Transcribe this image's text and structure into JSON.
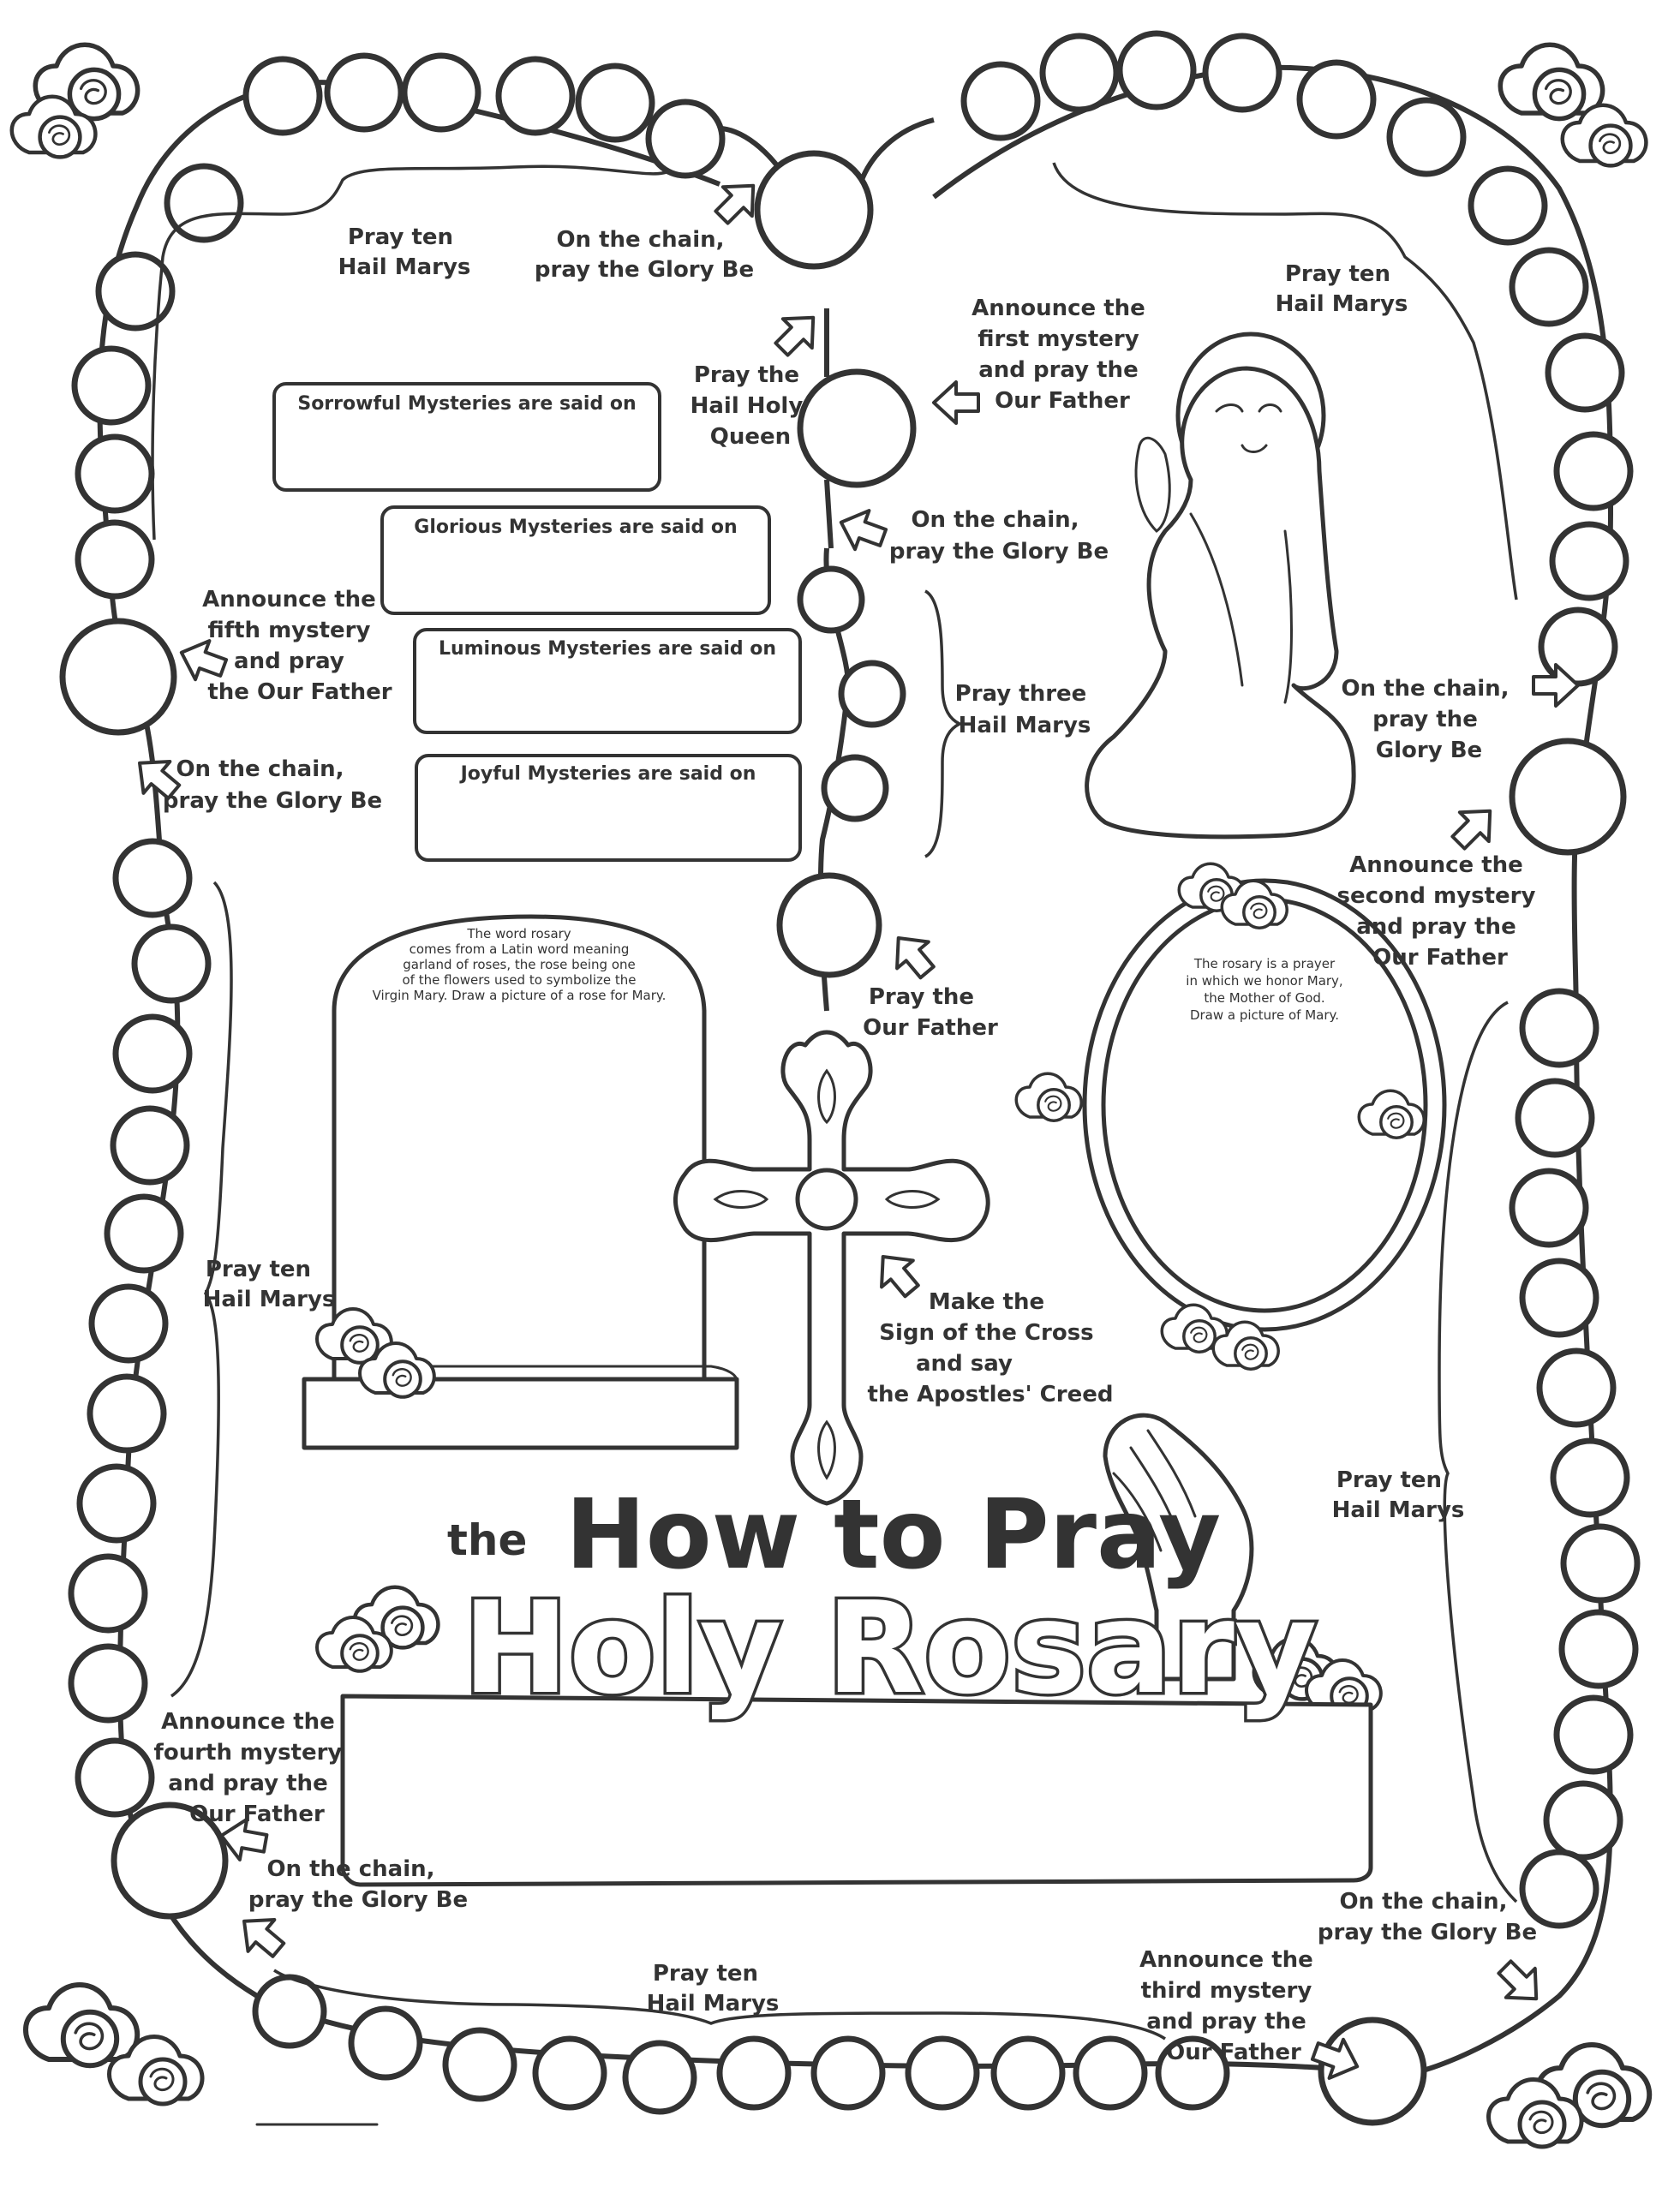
{
  "title": {
    "the": "the",
    "line1": "How to Pray",
    "line2": "Holy Rosary"
  },
  "mysteries": {
    "sorrowful": "Sorrowful Mysteries are said on",
    "glorious": "Glorious Mysteries are said on",
    "luminous": "Luminous Mysteries are said on",
    "joyful": "Joyful Mysteries are said on"
  },
  "notes": {
    "rose": [
      "The word rosary",
      "comes from a Latin word meaning",
      "garland of roses, the rose being one",
      "of the flowers used to symbolize the",
      "Virgin Mary.  Draw a picture of a rose for Mary."
    ],
    "mary": [
      "The rosary is a prayer",
      "in which we honor Mary,",
      "the Mother of God.",
      "Draw a picture of Mary."
    ]
  },
  "labels": {
    "pray_ten_top_left": [
      "Pray ten",
      "Hail Marys"
    ],
    "glory_top": [
      "On the chain,",
      "pray the Glory Be"
    ],
    "hail_holy_queen": [
      "Pray the",
      "Hail Holy",
      "Queen"
    ],
    "first_mystery": [
      "Announce the",
      "first mystery",
      "and pray the",
      "Our Father"
    ],
    "pray_ten_top_right": [
      "Pray ten",
      "Hail Marys"
    ],
    "glory_center": [
      "On the chain,",
      "pray the Glory Be"
    ],
    "pray_three": [
      "Pray three",
      "Hail Marys"
    ],
    "glory_right": [
      "On the chain,",
      "pray the",
      "Glory Be"
    ],
    "second_mystery": [
      "Announce the",
      "second mystery",
      "and pray the",
      "Our Father"
    ],
    "fifth_mystery": [
      "Announce the",
      "fifth mystery",
      "and pray",
      "the Our Father"
    ],
    "glory_left": [
      "On the chain,",
      "pray the Glory Be"
    ],
    "pray_our_father": [
      "Pray the",
      "Our Father"
    ],
    "sign_of_cross": [
      "Make the",
      "Sign of the Cross",
      "and say",
      "the Apostles' Creed"
    ],
    "pray_ten_left": [
      "Pray ten",
      "Hail Marys"
    ],
    "pray_ten_right": [
      "Pray ten",
      "Hail Marys"
    ],
    "fourth_mystery": [
      "Announce the",
      "fourth mystery",
      "and pray the",
      "Our Father"
    ],
    "glory_bottom_left": [
      "On the chain,",
      "pray the Glory Be"
    ],
    "pray_ten_bottom": [
      "Pray ten",
      "Hail Marys"
    ],
    "glory_bottom_right": [
      "On the chain,",
      "pray the Glory Be"
    ],
    "third_mystery": [
      "Announce the",
      "third mystery",
      "and pray the",
      "Our Father"
    ]
  },
  "icons": {
    "arrow": "outline-arrow-icon",
    "rose": "rose-icon",
    "cross": "cross-icon",
    "mary": "praying-mary-figure",
    "hands": "praying-hands-icon"
  },
  "colors": {
    "ink": "#333333",
    "paper": "#ffffff"
  }
}
